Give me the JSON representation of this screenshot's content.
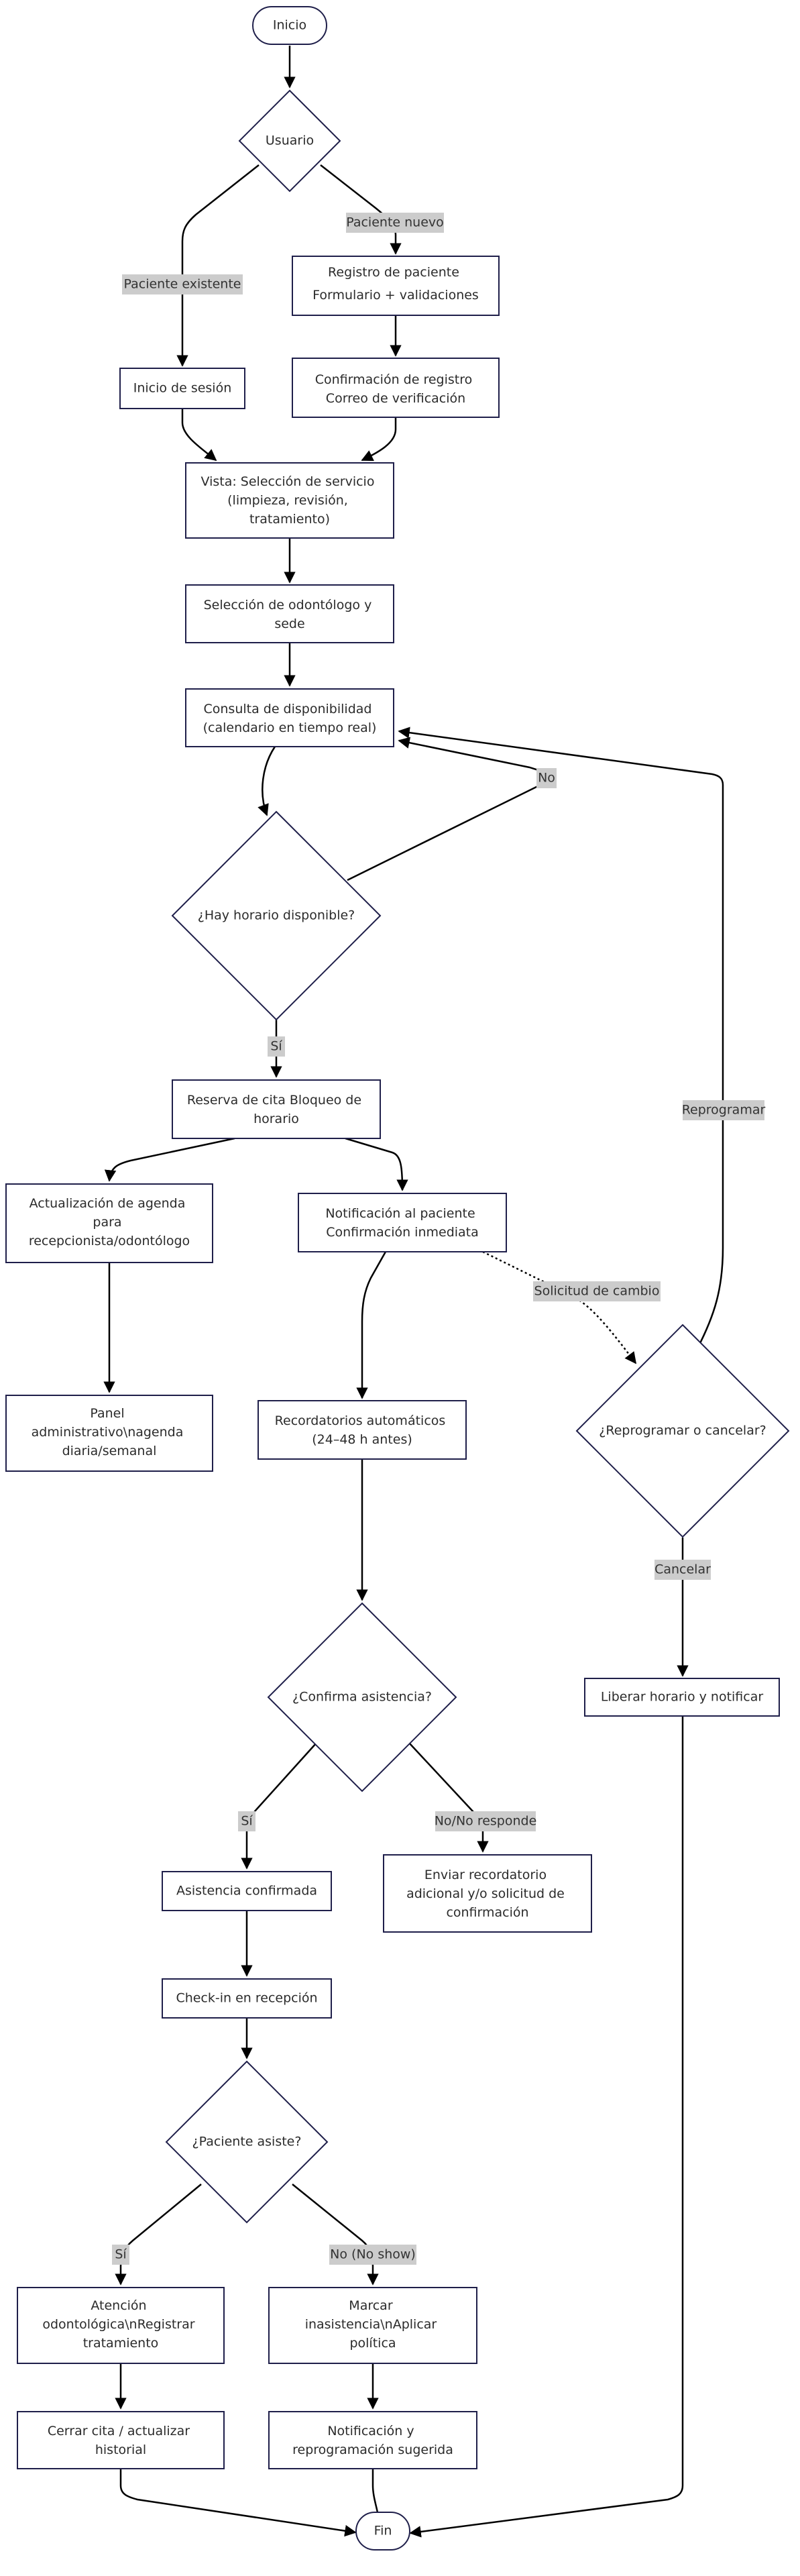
{
  "colors": {
    "node_fill": "#ffffff",
    "node_stroke": "#1f1f4a",
    "edge": "#000000",
    "label_bg": "#cccccc",
    "text": "#2b2b2b"
  },
  "nodes": {
    "inicio": "Inicio",
    "usuario": "Usuario",
    "registro": [
      "Registro de paciente",
      "Formulario + validaciones"
    ],
    "inicio_sesion": "Inicio de sesión",
    "confirmacion_registro": [
      "Confirmación de registro",
      "Correo de verificación"
    ],
    "vista_servicio": [
      "Vista: Selección de servicio",
      "(limpieza, revisión,",
      "tratamiento)"
    ],
    "seleccion_odontologo": [
      "Selección de odontólogo y",
      "sede"
    ],
    "consulta_disponibilidad": [
      "Consulta de disponibilidad",
      "(calendario en tiempo real)"
    ],
    "hay_horario": "¿Hay horario disponible?",
    "reserva_cita": [
      "Reserva de cita Bloqueo de",
      "horario"
    ],
    "actualizacion_agenda": [
      "Actualización de agenda",
      "para",
      "recepcionista/odontólogo"
    ],
    "notificacion_paciente": [
      "Notificación al paciente",
      "Confirmación inmediata"
    ],
    "panel_admin": [
      "Panel",
      "administrativo\\nagenda",
      "diaria/semanal"
    ],
    "recordatorios": [
      "Recordatorios automáticos",
      "(24–48 h antes)"
    ],
    "reprogramar_cancelar": "¿Reprogramar o cancelar?",
    "confirma_asistencia": "¿Confirma asistencia?",
    "liberar_horario": "Liberar horario y notificar",
    "asistencia_confirmada": "Asistencia confirmada",
    "enviar_recordatorio": [
      "Enviar recordatorio",
      "adicional  y/o solicitud de",
      "confirmación"
    ],
    "checkin": "Check-in en recepción",
    "paciente_asiste": "¿Paciente asiste?",
    "atencion": [
      "Atención",
      "odontológica\\nRegistrar",
      "tratamiento"
    ],
    "marcar_inasistencia": [
      "Marcar",
      "inasistencia\\nAplicar",
      "política"
    ],
    "cerrar_cita": [
      "Cerrar cita / actualizar",
      "historial"
    ],
    "notificacion_reprogramacion": [
      "Notificación y",
      "reprogramación sugerida"
    ],
    "fin": "Fin"
  },
  "edge_labels": {
    "paciente_nuevo": "Paciente nuevo",
    "paciente_existente": "Paciente existente",
    "no_horario": "No",
    "si_horario": "Sí",
    "reprogramar": "Reprogramar",
    "solicitud_cambio": "Solicitud de cambio",
    "cancelar": "Cancelar",
    "si_confirma": "Sí",
    "no_responde": "No/No responde",
    "si_asiste": "Sí",
    "no_show": "No (No show)"
  }
}
